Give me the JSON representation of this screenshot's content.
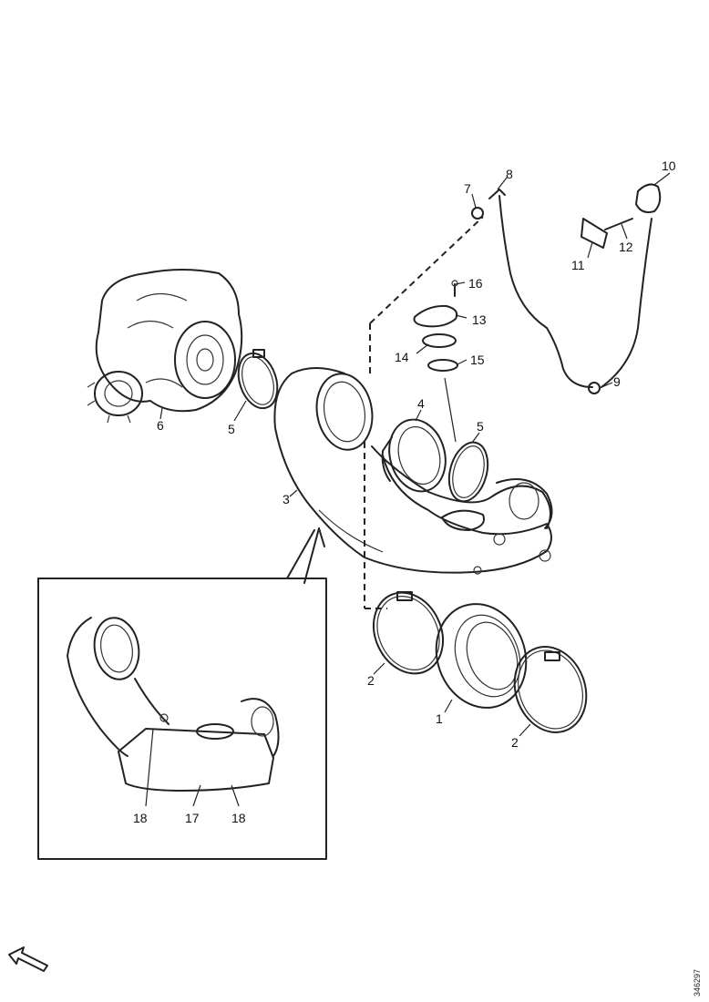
{
  "callouts": {
    "c1": "1",
    "c2a": "2",
    "c2b": "2",
    "c3": "3",
    "c4": "4",
    "c5a": "5",
    "c5b": "5",
    "c6": "6",
    "c7": "7",
    "c8": "8",
    "c9": "9",
    "c10": "10",
    "c11": "11",
    "c12": "12",
    "c13": "13",
    "c14": "14",
    "c15": "15",
    "c16": "16",
    "c17": "17",
    "c18a": "18",
    "c18b": "18"
  },
  "drawing_ref": "346297"
}
